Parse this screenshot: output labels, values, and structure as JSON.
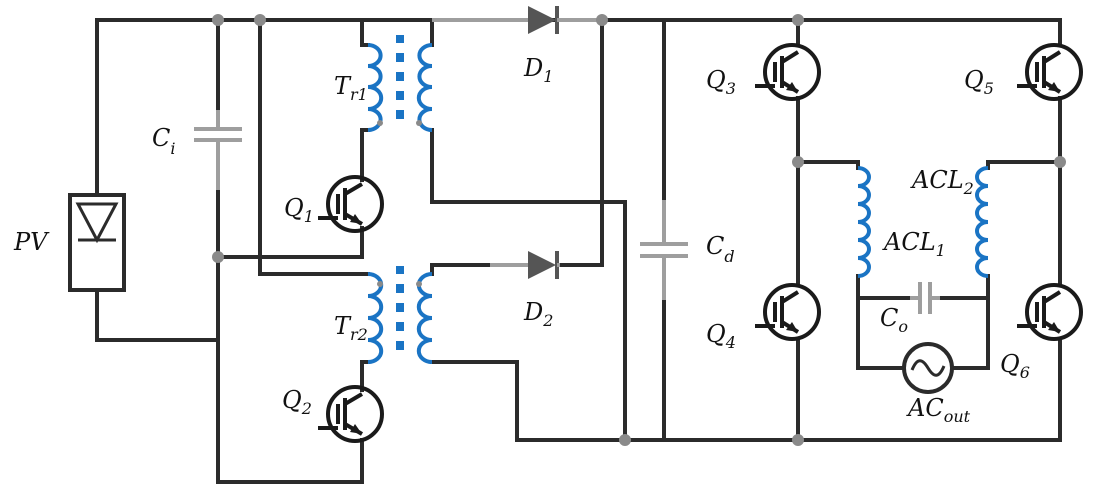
{
  "diagram": {
    "labels": {
      "pv": "PV",
      "ci": {
        "main": "C",
        "sub": "i"
      },
      "tr1": {
        "main": "T",
        "sub": "r1"
      },
      "tr2": {
        "main": "T",
        "sub": "r2"
      },
      "d1": {
        "main": "D",
        "sub": "1"
      },
      "d2": {
        "main": "D",
        "sub": "2"
      },
      "q1": {
        "main": "Q",
        "sub": "1"
      },
      "q2": {
        "main": "Q",
        "sub": "2"
      },
      "q3": {
        "main": "Q",
        "sub": "3"
      },
      "q4": {
        "main": "Q",
        "sub": "4"
      },
      "q5": {
        "main": "Q",
        "sub": "5"
      },
      "q6": {
        "main": "Q",
        "sub": "6"
      },
      "cd": {
        "main": "C",
        "sub": "d"
      },
      "co": {
        "main": "C",
        "sub": "o"
      },
      "acl1": {
        "main": "ACL",
        "sub": "1"
      },
      "acl2": {
        "main": "ACL",
        "sub": "2"
      },
      "acout": {
        "main": "AC",
        "sub": "out"
      }
    },
    "colors": {
      "wire": "#2b2b2b",
      "passive": "#9e9e9e",
      "magnetic": "#1a74c4",
      "node": "#8a8a8a"
    }
  }
}
